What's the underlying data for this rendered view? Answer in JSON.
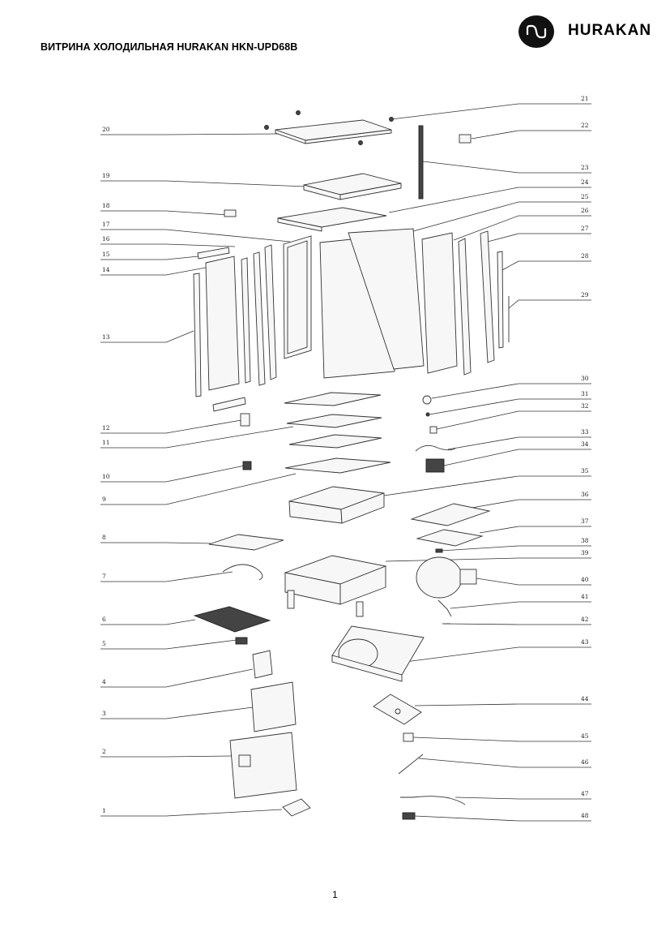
{
  "document": {
    "title": "ВИТРИНА ХОЛОДИЛЬНАЯ HURAKAN HKN-UPD68B",
    "brand": "HURAKAN",
    "logo_icon": "hurakan-logo-icon",
    "page_number": "1"
  },
  "diagram": {
    "callouts_left": [
      "20",
      "19",
      "18",
      "17",
      "16",
      "15",
      "14",
      "13",
      "12",
      "11",
      "10",
      "9",
      "8",
      "7",
      "6",
      "5",
      "4",
      "3",
      "2",
      "1"
    ],
    "callouts_right": [
      "21",
      "22",
      "23",
      "24",
      "25",
      "26",
      "27",
      "28",
      "29",
      "30",
      "31",
      "32",
      "33",
      "34",
      "35",
      "36",
      "37",
      "38",
      "39",
      "40",
      "41",
      "42",
      "43",
      "44",
      "45",
      "46",
      "47",
      "48"
    ]
  }
}
